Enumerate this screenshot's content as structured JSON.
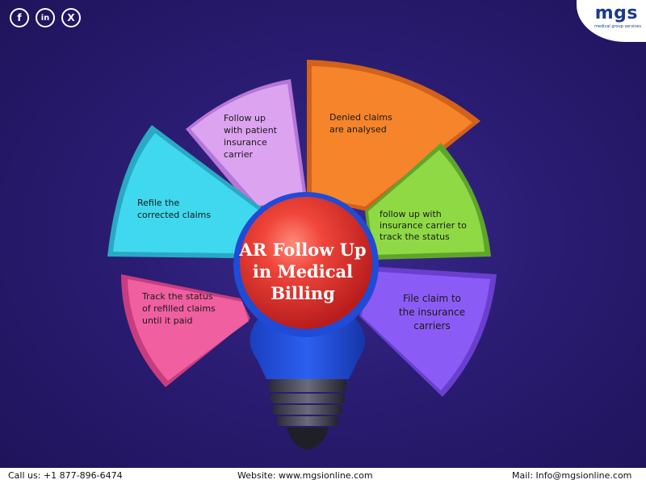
{
  "title": {
    "line1": "AR Follow Up",
    "line2": "in Medical",
    "line3": "Billing"
  },
  "logo": {
    "name": "mgs",
    "tagline": "medical group services"
  },
  "social": {
    "facebook_icon": "f",
    "linkedin_icon": "in",
    "x_icon": "X"
  },
  "segments": {
    "follow_up_patient": [
      "Follow up",
      "with patient",
      "insurance",
      "carrier"
    ],
    "denied_claims": [
      "Denied claims",
      "are analysed"
    ],
    "refile": [
      "Refile the",
      "corrected claims"
    ],
    "follow_up_carrier": [
      "follow up with",
      "insurance carrier to",
      "track the status"
    ],
    "track_status": [
      "Track the status",
      "of refilled claims",
      "until it paid"
    ],
    "file_claim": [
      "File claim to",
      "the insurance",
      "carriers"
    ]
  },
  "colors": {
    "lavender": "#dca3f0",
    "orange": "#f5842a",
    "cyan": "#3fd8ef",
    "green": "#8fd944",
    "pink": "#f05fa0",
    "purple": "#8b5cf5",
    "bulb_red": "#ee3a2e",
    "bulb_blue": "#1f4bd6",
    "brand_blue": "#1a3a8f"
  },
  "footer": {
    "call": "Call us: +1 877-896-6474",
    "website": "Website: www.mgsionline.com",
    "mail": "Mail: Info@mgsionline.com"
  }
}
